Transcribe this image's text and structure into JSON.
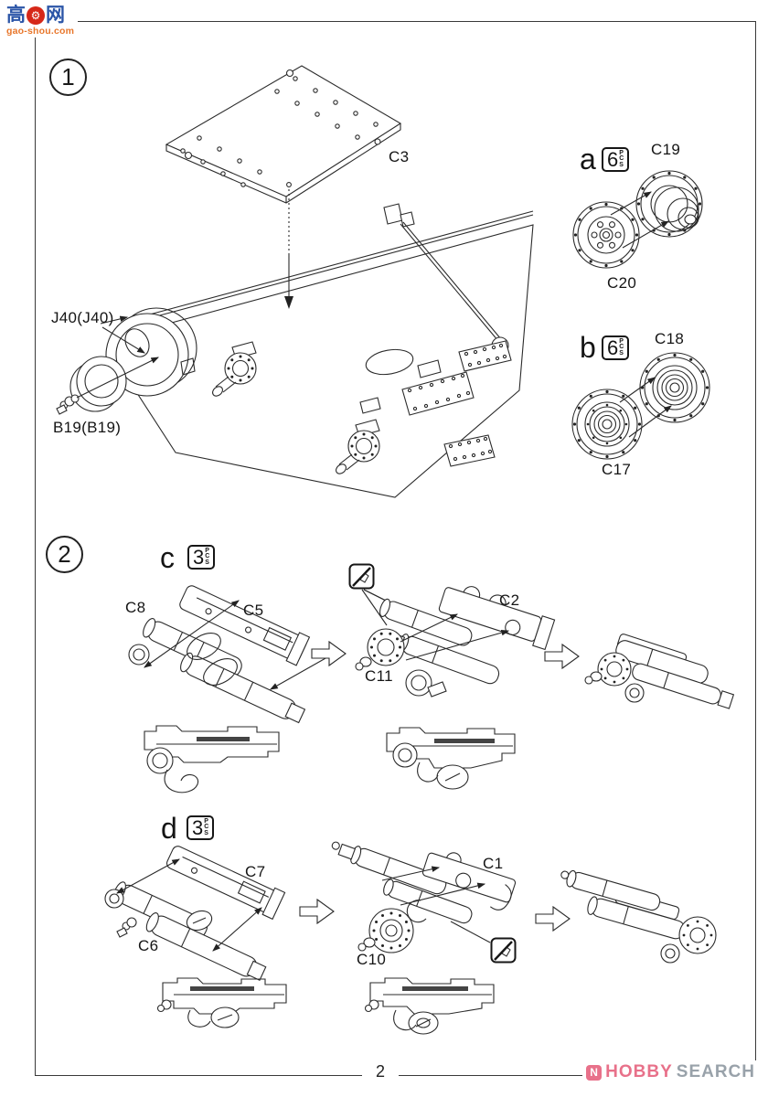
{
  "watermarks": {
    "gaoshou": {
      "cn_left": "高",
      "gear_glyph": "⚙",
      "cn_right": "网",
      "url": "gao-shou.com"
    },
    "hobbysearch": {
      "logo_glyph": "N",
      "word1": "HOBBY",
      "word2": "SEARCH"
    }
  },
  "page_number": "2",
  "pcs_unit": "PCS",
  "step1": {
    "number": "1",
    "plate_label": "C3",
    "hub_label": "J40(J40)",
    "pin_label": "B19(B19)",
    "sub_a": {
      "letter": "a",
      "qty": "6",
      "part_top": "C19",
      "part_bottom": "C20"
    },
    "sub_b": {
      "letter": "b",
      "qty": "6",
      "part_top": "C18",
      "part_bottom": "C17"
    }
  },
  "step2": {
    "number": "2",
    "row_c": {
      "letter": "c",
      "qty": "3",
      "part_left_low": "C8",
      "part_left_high": "C5",
      "part_mid_low": "C11",
      "part_mid_high": "C2"
    },
    "row_d": {
      "letter": "d",
      "qty": "3",
      "part_left_low": "C6",
      "part_left_high": "C7",
      "part_mid_low": "C10",
      "part_mid_high": "C1"
    }
  }
}
